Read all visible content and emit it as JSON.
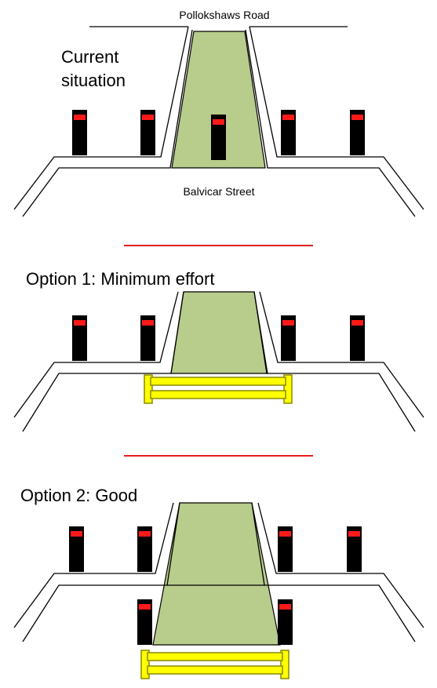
{
  "labels": {
    "top_road": "Pollokshaws Road",
    "current_heading": [
      "Current",
      "situation"
    ],
    "side_street": "Balvicar Street",
    "option1_heading": "Option 1: Minimum effort",
    "option2_heading": "Option 2: Good"
  },
  "colors": {
    "path": "#b8cc8c",
    "bollard": "#000000",
    "reflector": "#ff1a1a",
    "barrier": "#ffff00",
    "separator": "#e61e1e"
  }
}
